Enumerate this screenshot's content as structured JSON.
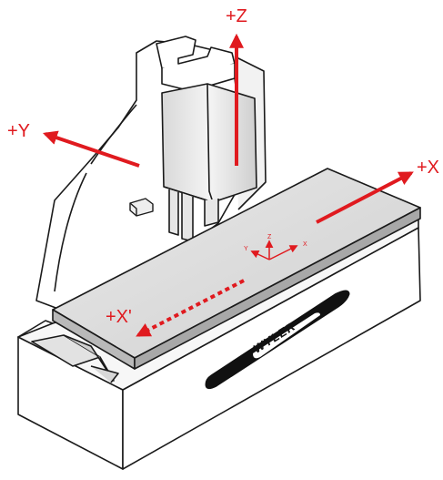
{
  "axes": {
    "z": "+Z",
    "y": "+Y",
    "x": "+X",
    "x_prime": "+X'"
  },
  "origin_axes": {
    "z": "Z",
    "y": "Y",
    "x": "X"
  },
  "brand_logo": "WYLER",
  "colors": {
    "arrow": "#e01a1f",
    "outline": "#1a1a1a",
    "table_top": "#dcdcdc",
    "column_fill": "#ffffff"
  }
}
